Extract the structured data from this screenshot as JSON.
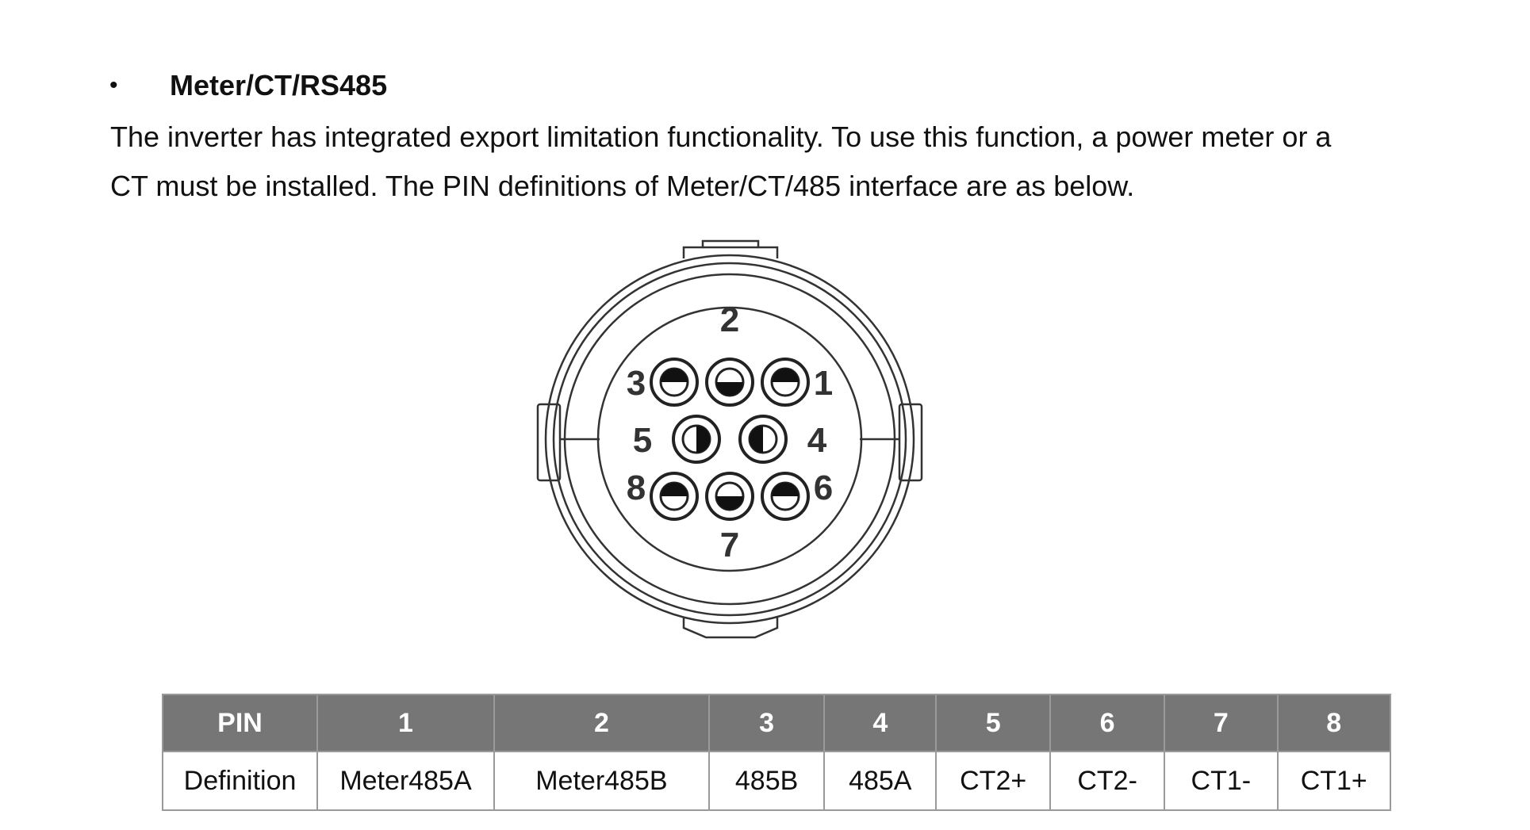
{
  "section": {
    "bullet": "•",
    "title": "Meter/CT/RS485"
  },
  "paragraph": {
    "line1": "The inverter has integrated export limitation functionality. To use this function, a power meter or a",
    "line2": "CT must be installed. The PIN definitions of Meter/CT/485 interface are as below."
  },
  "connector": {
    "pins": [
      {
        "num": "1",
        "shade": "top"
      },
      {
        "num": "2",
        "shade": "bottom"
      },
      {
        "num": "3",
        "shade": "top"
      },
      {
        "num": "4",
        "shade": "left"
      },
      {
        "num": "5",
        "shade": "right"
      },
      {
        "num": "6",
        "shade": "top"
      },
      {
        "num": "7",
        "shade": "bottom"
      },
      {
        "num": "8",
        "shade": "top"
      }
    ]
  },
  "table": {
    "header": [
      "PIN",
      "1",
      "2",
      "3",
      "4",
      "5",
      "6",
      "7",
      "8"
    ],
    "row": [
      "Definition",
      "Meter485A",
      "Meter485B",
      "485B",
      "485A",
      "CT2+",
      "CT2-",
      "CT1-",
      "CT1+"
    ]
  }
}
